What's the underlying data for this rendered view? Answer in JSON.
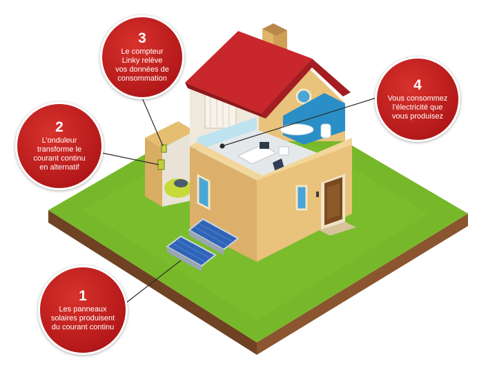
{
  "callouts": [
    {
      "number": "1",
      "text": "Les panneaux\nsolaires produisent\ndu courant continu"
    },
    {
      "number": "2",
      "text": "L’onduleur\ntransforme le\ncourant continu\nen alternatif"
    },
    {
      "number": "3",
      "text": "Le compteur\nLinky relève\nvos données de\nconsommation"
    },
    {
      "number": "4",
      "text": "Vous consommez\nl’électricité que\nvous produisez"
    }
  ],
  "colors": {
    "callout_red": "#b4191a",
    "grass": "#77b82a",
    "soil": "#7a4a2a",
    "roof": "#c8272c",
    "wall": "#e9c27b",
    "panel": "#2f64b7"
  }
}
